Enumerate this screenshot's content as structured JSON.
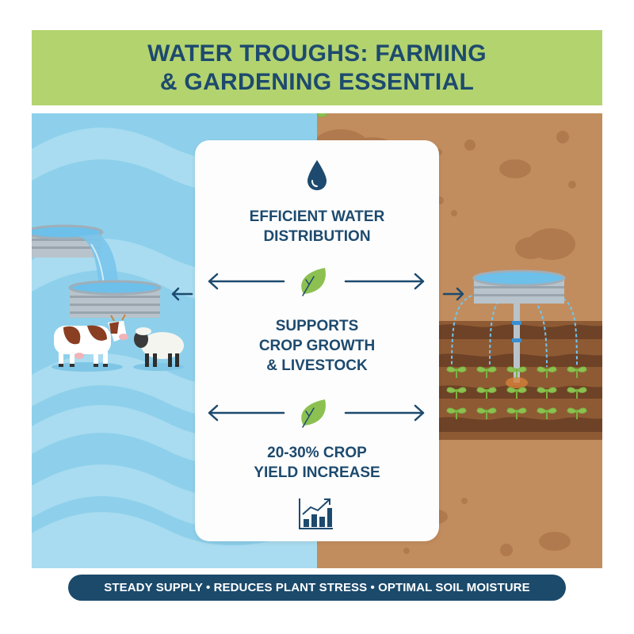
{
  "title": {
    "line1": "WATER TROUGHS: FARMING",
    "line2": "& GARDENING ESSENTIAL"
  },
  "card": {
    "sections": [
      {
        "icon": "water-drop-icon",
        "line1": "EFFICIENT WATER",
        "line2": "DISTRIBUTION"
      },
      {
        "icon": "leaf-icon",
        "line1": "SUPPORTS",
        "line2": "CROP GROWTH",
        "line3": "& LIVESTOCK"
      },
      {
        "icon": "leaf-icon",
        "line1": "20-30% CROP",
        "line2": "YIELD INCREASE"
      }
    ],
    "bottom_icon": "bar-chart-growth-icon"
  },
  "left_panel": {
    "theme": "water",
    "illustrations": [
      "stacked-troughs-pouring-water",
      "cow",
      "sheep"
    ]
  },
  "right_panel": {
    "theme": "soil",
    "illustrations": [
      "trough-with-drip-irrigation",
      "seedling-rows"
    ]
  },
  "footer": {
    "text": "STEADY SUPPLY • REDUCES PLANT STRESS • OPTIMAL SOIL MOISTURE"
  },
  "colors": {
    "title_bg": "#b3d36f",
    "navy": "#1d4a6e",
    "water_bg": "#8ed0eb",
    "water_wave": "#a9dcf0",
    "soil_bg": "#c28d5e",
    "soil_spot": "#b07a4e",
    "leaf": "#8cc152",
    "pill_bg": "#1b4a6b"
  }
}
